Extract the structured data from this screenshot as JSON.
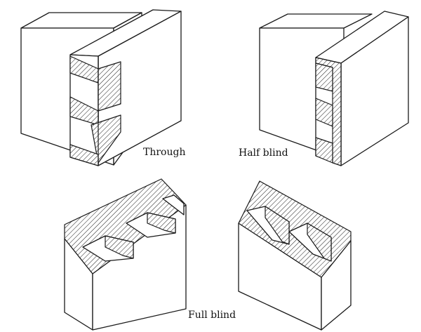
{
  "labels": {
    "through": "Through",
    "half_blind": "Half blind",
    "full_blind": "Full blind"
  },
  "colors": {
    "ink": "#1a1a1a",
    "background": "#ffffff"
  }
}
